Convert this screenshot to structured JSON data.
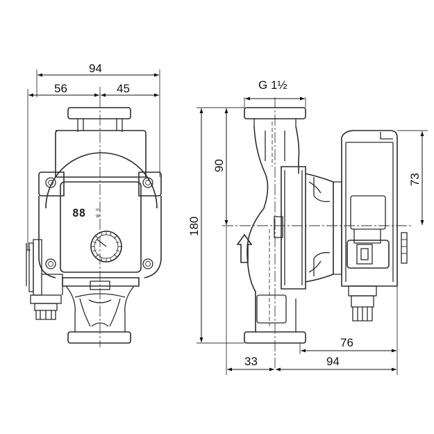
{
  "dimensions": {
    "front_total_width": "94",
    "front_left": "56",
    "front_right": "45",
    "thread": "G 1½",
    "side_upper_height": "90",
    "side_total_height": "180",
    "side_motor_height": "73",
    "side_motor_offset": "76",
    "side_left": "33",
    "side_right": "94"
  },
  "display": {
    "digits": "88",
    "unit_top": "m",
    "unit_bottom": "W"
  }
}
